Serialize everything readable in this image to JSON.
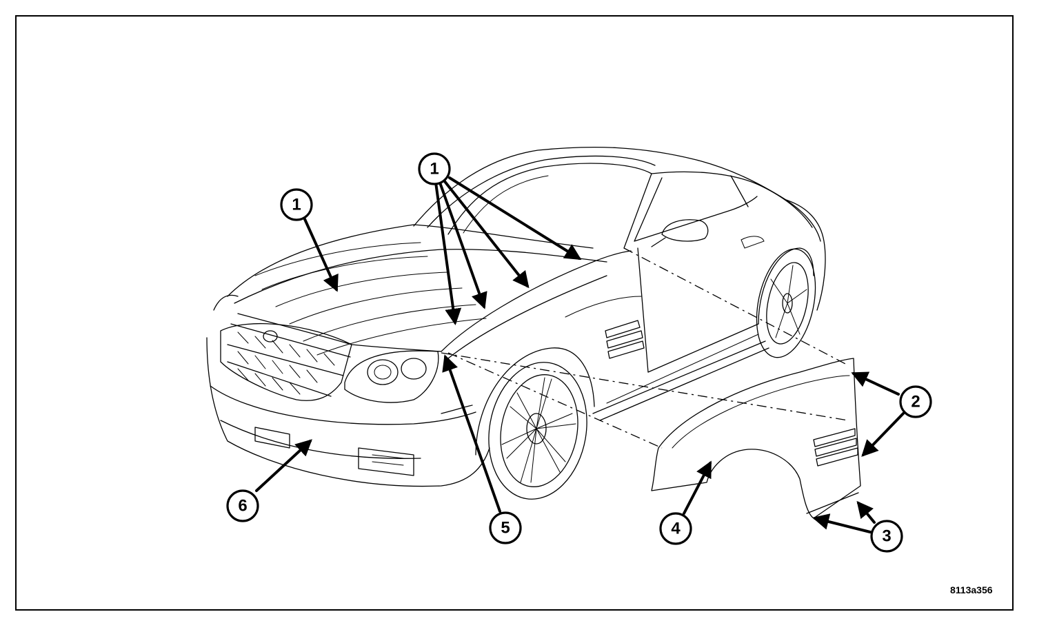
{
  "figure_id": "8113a356",
  "callouts": [
    {
      "label": "1"
    },
    {
      "label": "1"
    },
    {
      "label": "2"
    },
    {
      "label": "3"
    },
    {
      "label": "4"
    },
    {
      "label": "5"
    },
    {
      "label": "6"
    }
  ]
}
